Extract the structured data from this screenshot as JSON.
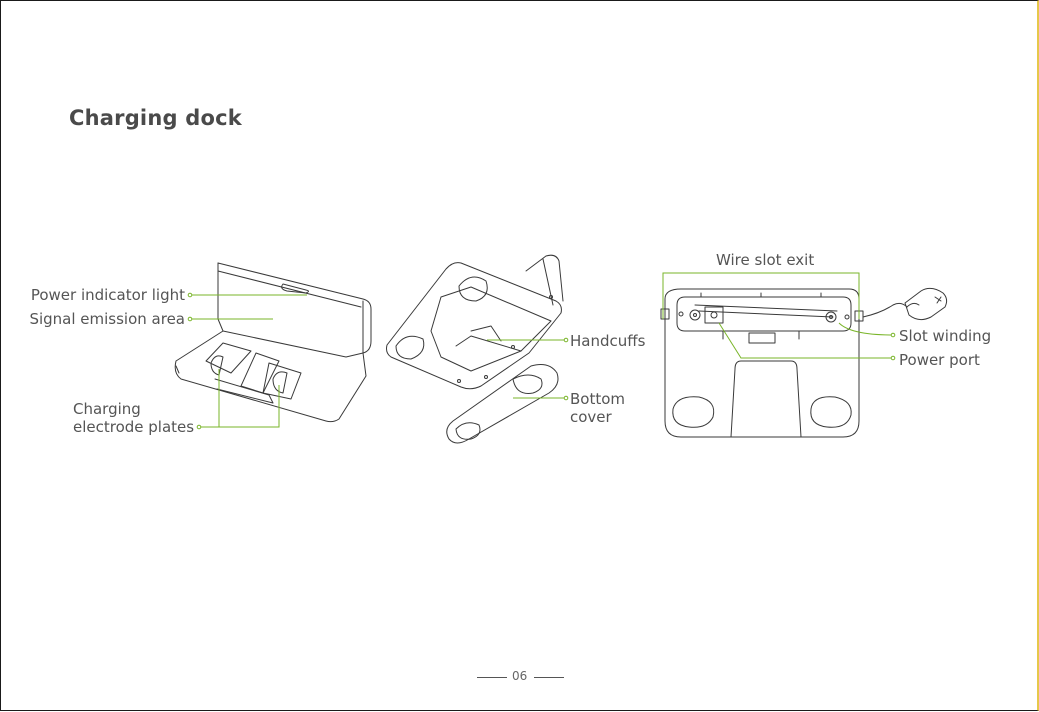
{
  "title": "Charging dock",
  "labels": {
    "power_indicator_light": "Power indicator light",
    "signal_emission_area": "Signal emission area",
    "charging_electrode_plates": [
      "Charging",
      "electrode plates"
    ],
    "handcuffs": "Handcuffs",
    "bottom_cover": [
      "Bottom",
      "cover"
    ],
    "wire_slot_exit": "Wire slot exit",
    "slot_winding": "Slot winding",
    "power_port": "Power port"
  },
  "page_number": "06",
  "colors": {
    "leader": "#7ab52a",
    "outline": "#3a3a3a",
    "text": "#555555"
  }
}
